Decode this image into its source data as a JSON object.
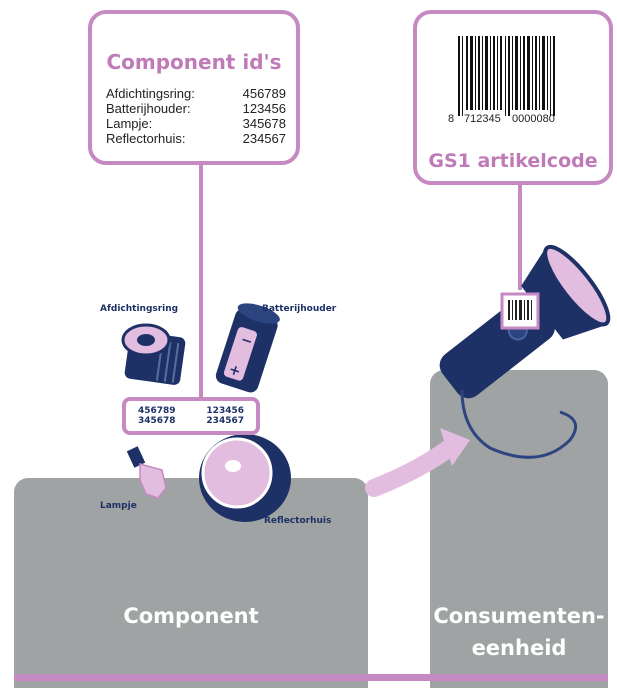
{
  "component_card": {
    "title": "Component id's",
    "rows": [
      {
        "label": "Afdichtingsring:",
        "value": "456789"
      },
      {
        "label": "Batterijhouder:",
        "value": "123456"
      },
      {
        "label": "Lampje:",
        "value": "345678"
      },
      {
        "label": "Reflectorhuis:",
        "value": "234567"
      }
    ]
  },
  "gs1_card": {
    "title": "GS1 artikelcode",
    "barcode_digits": [
      "8",
      "712345",
      "0000080"
    ]
  },
  "mini_card": {
    "rows": [
      [
        "456789",
        "123456"
      ],
      [
        "345678",
        "234567"
      ]
    ]
  },
  "part_labels": {
    "seal_ring": "Afdichtingsring",
    "battery_holder": "Batterijhouder",
    "bulb": "Lampje",
    "reflector": "Reflectorhuis"
  },
  "pedestals": {
    "component": "Component",
    "consumer_line1": "Consumenten-",
    "consumer_line2": "eenheid"
  },
  "colors": {
    "accent_pink": "#c58ac2",
    "navy": "#1d3166",
    "pedestal_gray": "#9fa3a3",
    "light_pink": "#e3bde0"
  }
}
